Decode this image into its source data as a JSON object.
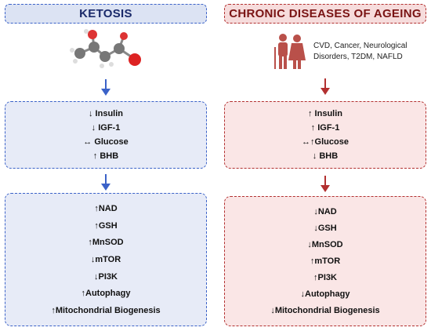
{
  "left_title": "KETOSIS",
  "right_title": "CHRONIC DISEASES OF AGEING",
  "diseases_line1": "CVD, Cancer, Neurological",
  "diseases_line2": "Disorders, T2DM, NAFLD",
  "ketosis_box1": [
    "↓ Insulin",
    "↓ IGF-1",
    "↔ Glucose",
    "↑ BHB"
  ],
  "ketosis_box2": [
    "↑NAD",
    "↑GSH",
    "↑MnSOD",
    "↓mTOR",
    "↓PI3K",
    "↑Autophagy",
    "↑Mitochondrial Biogenesis"
  ],
  "ageing_box1": [
    "↑ Insulin",
    "↑ IGF-1",
    "↔↑Glucose",
    "↓ BHB"
  ],
  "ageing_box2": [
    "↓NAD",
    "↓GSH",
    "↓MnSOD",
    "↑mTOR",
    "↑PI3K",
    "↓Autophagy",
    "↓Mitochondrial Biogenesis"
  ],
  "colors": {
    "blue": "#3b62c8",
    "red": "#b23030"
  }
}
